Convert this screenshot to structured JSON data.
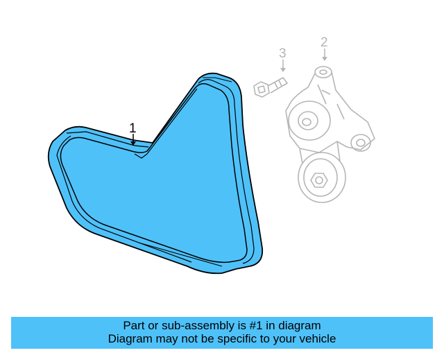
{
  "diagram": {
    "callouts": [
      {
        "number": "1",
        "part": "serpentine-belt",
        "highlighted": true
      },
      {
        "number": "2",
        "part": "belt-tensioner",
        "highlighted": false
      },
      {
        "number": "3",
        "part": "bolt",
        "highlighted": false
      }
    ]
  },
  "caption": {
    "line1": "Part or sub-assembly is #1 in diagram",
    "line2": "Diagram may not be specific to your vehicle"
  },
  "colors": {
    "highlight": "#4fc1f9",
    "caption_bar": "#4fc1f9",
    "line": "#000000",
    "faded_line": "#b5b5b5"
  }
}
